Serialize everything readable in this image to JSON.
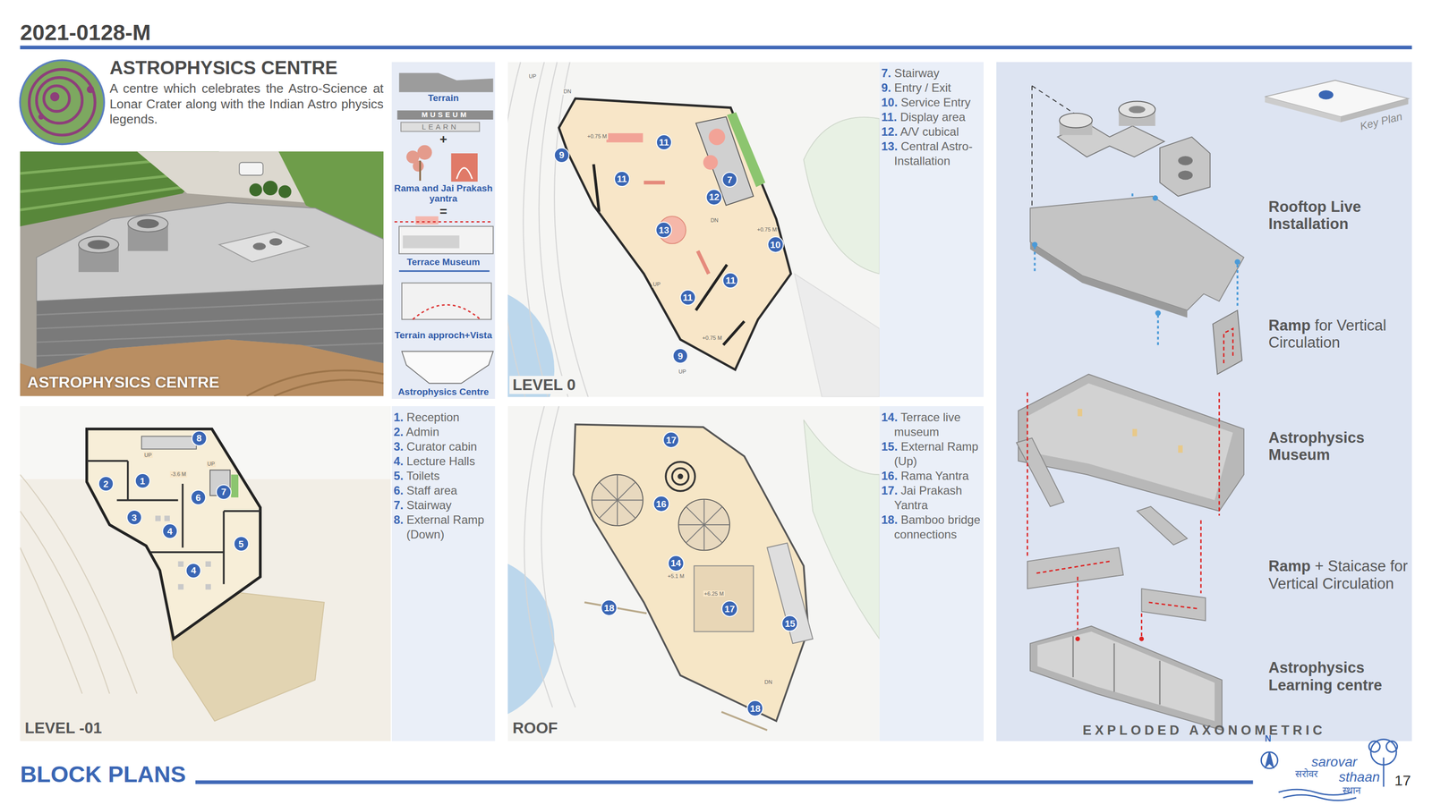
{
  "diagram": {
    "title": "ASTROPHYSICS CENTRE",
    "nodes": [
      {
        "text": [
          "ASTROPHYSICS CENTRE"
        ]
      },
      {
        "text": [
          "Terrain",
          "MUSEUM",
          "LEARN",
          "+",
          "Rama and Jai Prakash yantra",
          "=",
          "Terrace Museum",
          "Terrain approch+Vista",
          "Astrophysics Centre"
        ]
      },
      {
        "text": [
          "LEVEL 0"
        ]
      },
      {
        "text": [
          "11"
        ],
        "in": 2
      },
      {
        "text": [
          "9"
        ],
        "in": 2
      },
      {
        "text": [
          "11"
        ],
        "in": 2
      },
      {
        "text": [
          "7"
        ],
        "in": 2
      },
      {
        "text": [
          "12"
        ],
        "in": 2
      },
      {
        "text": [
          "13"
        ],
        "in": 2
      },
      {
        "text": [
          "10"
        ],
        "in": 2
      },
      {
        "text": [
          "11"
        ],
        "in": 2
      },
      {
        "text": [
          "11"
        ],
        "in": 2
      },
      {
        "text": [
          "9"
        ],
        "in": 2
      },
      {
        "text": [
          "7. Stairway",
          "9. Entry / Exit",
          "10. Service Entry",
          "11. Display area",
          "12. A/V cubical",
          "13. Central Astro-Installation"
        ]
      },
      {
        "text": [
          "LEVEL -01"
        ]
      },
      {
        "text": [
          "8"
        ],
        "in": 14
      },
      {
        "text": [
          "1"
        ],
        "in": 14
      },
      {
        "text": [
          "2"
        ],
        "in": 14
      },
      {
        "text": [
          "7"
        ],
        "in": 14
      },
      {
        "text": [
          "6"
        ],
        "in": 14
      },
      {
        "text": [
          "3"
        ],
        "in": 14
      },
      {
        "text": [
          "4"
        ],
        "in": 14
      },
      {
        "text": [
          "5"
        ],
        "in": 14
      },
      {
        "text": [
          "4"
        ],
        "in": 14
      },
      {
        "text": [
          "1. Reception",
          "2. Admin",
          "3. Curator cabin",
          "4. Lecture Halls",
          "5. Toilets",
          "6. Staff area",
          "7. Stairway",
          "8. External Ramp (Down)"
        ]
      },
      {
        "text": [
          "ROOF"
        ]
      },
      {
        "text": [
          "17"
        ],
        "in": 25
      },
      {
        "text": [
          "16"
        ],
        "in": 25
      },
      {
        "text": [
          "14"
        ],
        "in": 25
      },
      {
        "text": [
          "18"
        ],
        "in": 25
      },
      {
        "text": [
          "17"
        ],
        "in": 25
      },
      {
        "text": [
          "15"
        ],
        "in": 25
      },
      {
        "text": [
          "18"
        ],
        "in": 25
      },
      {
        "text": [
          "14. Terrace live museum",
          "15. External Ramp (Up)",
          "16. Rama Yantra",
          "17. Jai Prakash Yantra",
          "18. Bamboo bridge connections"
        ]
      },
      {
        "text": [
          "Key Plan",
          "Rooftop Live Installation",
          "Ramp for Vertical Circulation",
          "Astrophysics Museum",
          "Ramp + Staicase for Vertical Circulation",
          "Astrophysics Learning centre",
          "EXPLODED AXONOMETRIC"
        ]
      }
    ],
    "labels": [
      "2021-0128-M",
      "A centre which celebrates the Astro-Science at Lonar Crater along with the Indian Astro physics legends.",
      "BLOCK PLANS",
      "N",
      "sarovar",
      "सरोवर",
      "sthaan",
      "स्थान",
      "17",
      "UP",
      "DN",
      "+0.75 M",
      "DN",
      "+0.75 M",
      "UP",
      "+0.75 M",
      "UP",
      "UP",
      "-3.6 M",
      "UP",
      "+5.1 M",
      "+6.25 M",
      "DN"
    ]
  }
}
